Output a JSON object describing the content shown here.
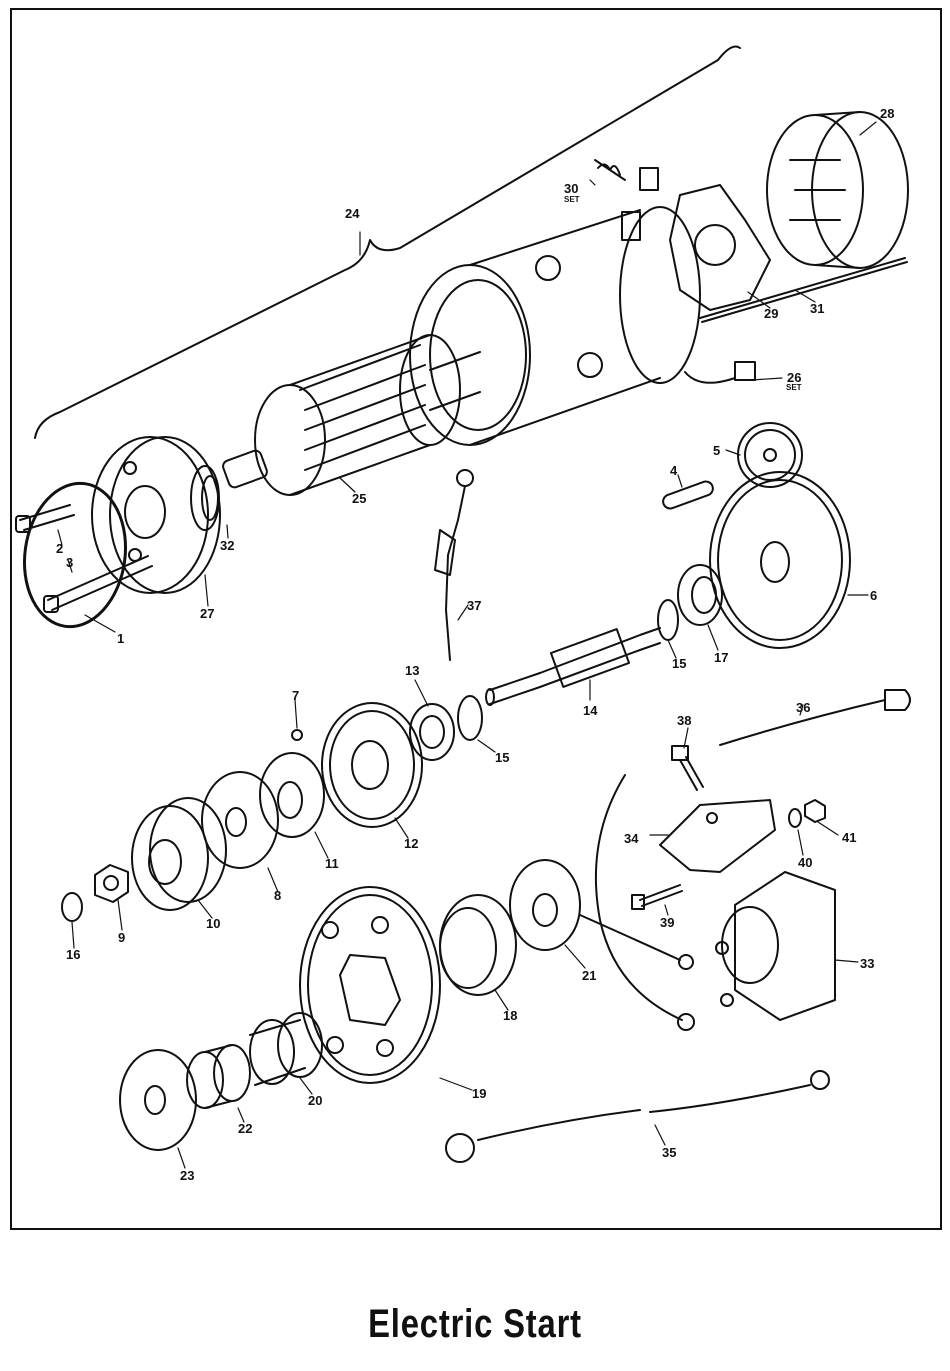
{
  "title": "Electric Start",
  "callouts": {
    "c1": "1",
    "c2": "2",
    "c3": "3",
    "c4": "4",
    "c5": "5",
    "c6": "6",
    "c7": "7",
    "c8": "8",
    "c9": "9",
    "c10": "10",
    "c11": "11",
    "c12": "12",
    "c13": "13",
    "c14": "14",
    "c15a": "15",
    "c15b": "15",
    "c16": "16",
    "c17": "17",
    "c18": "18",
    "c19": "19",
    "c20": "20",
    "c21": "21",
    "c22": "22",
    "c23": "23",
    "c24": "24",
    "c25": "25",
    "c26": "26",
    "c27": "27",
    "c28": "28",
    "c29": "29",
    "c30": "30",
    "c31": "31",
    "c32": "32",
    "c33": "33",
    "c34": "34",
    "c35": "35",
    "c36": "36",
    "c37": "37",
    "c38": "38",
    "c39": "39",
    "c40": "40",
    "c41": "41"
  },
  "set_label_26": "SET",
  "set_label_30": "SET"
}
